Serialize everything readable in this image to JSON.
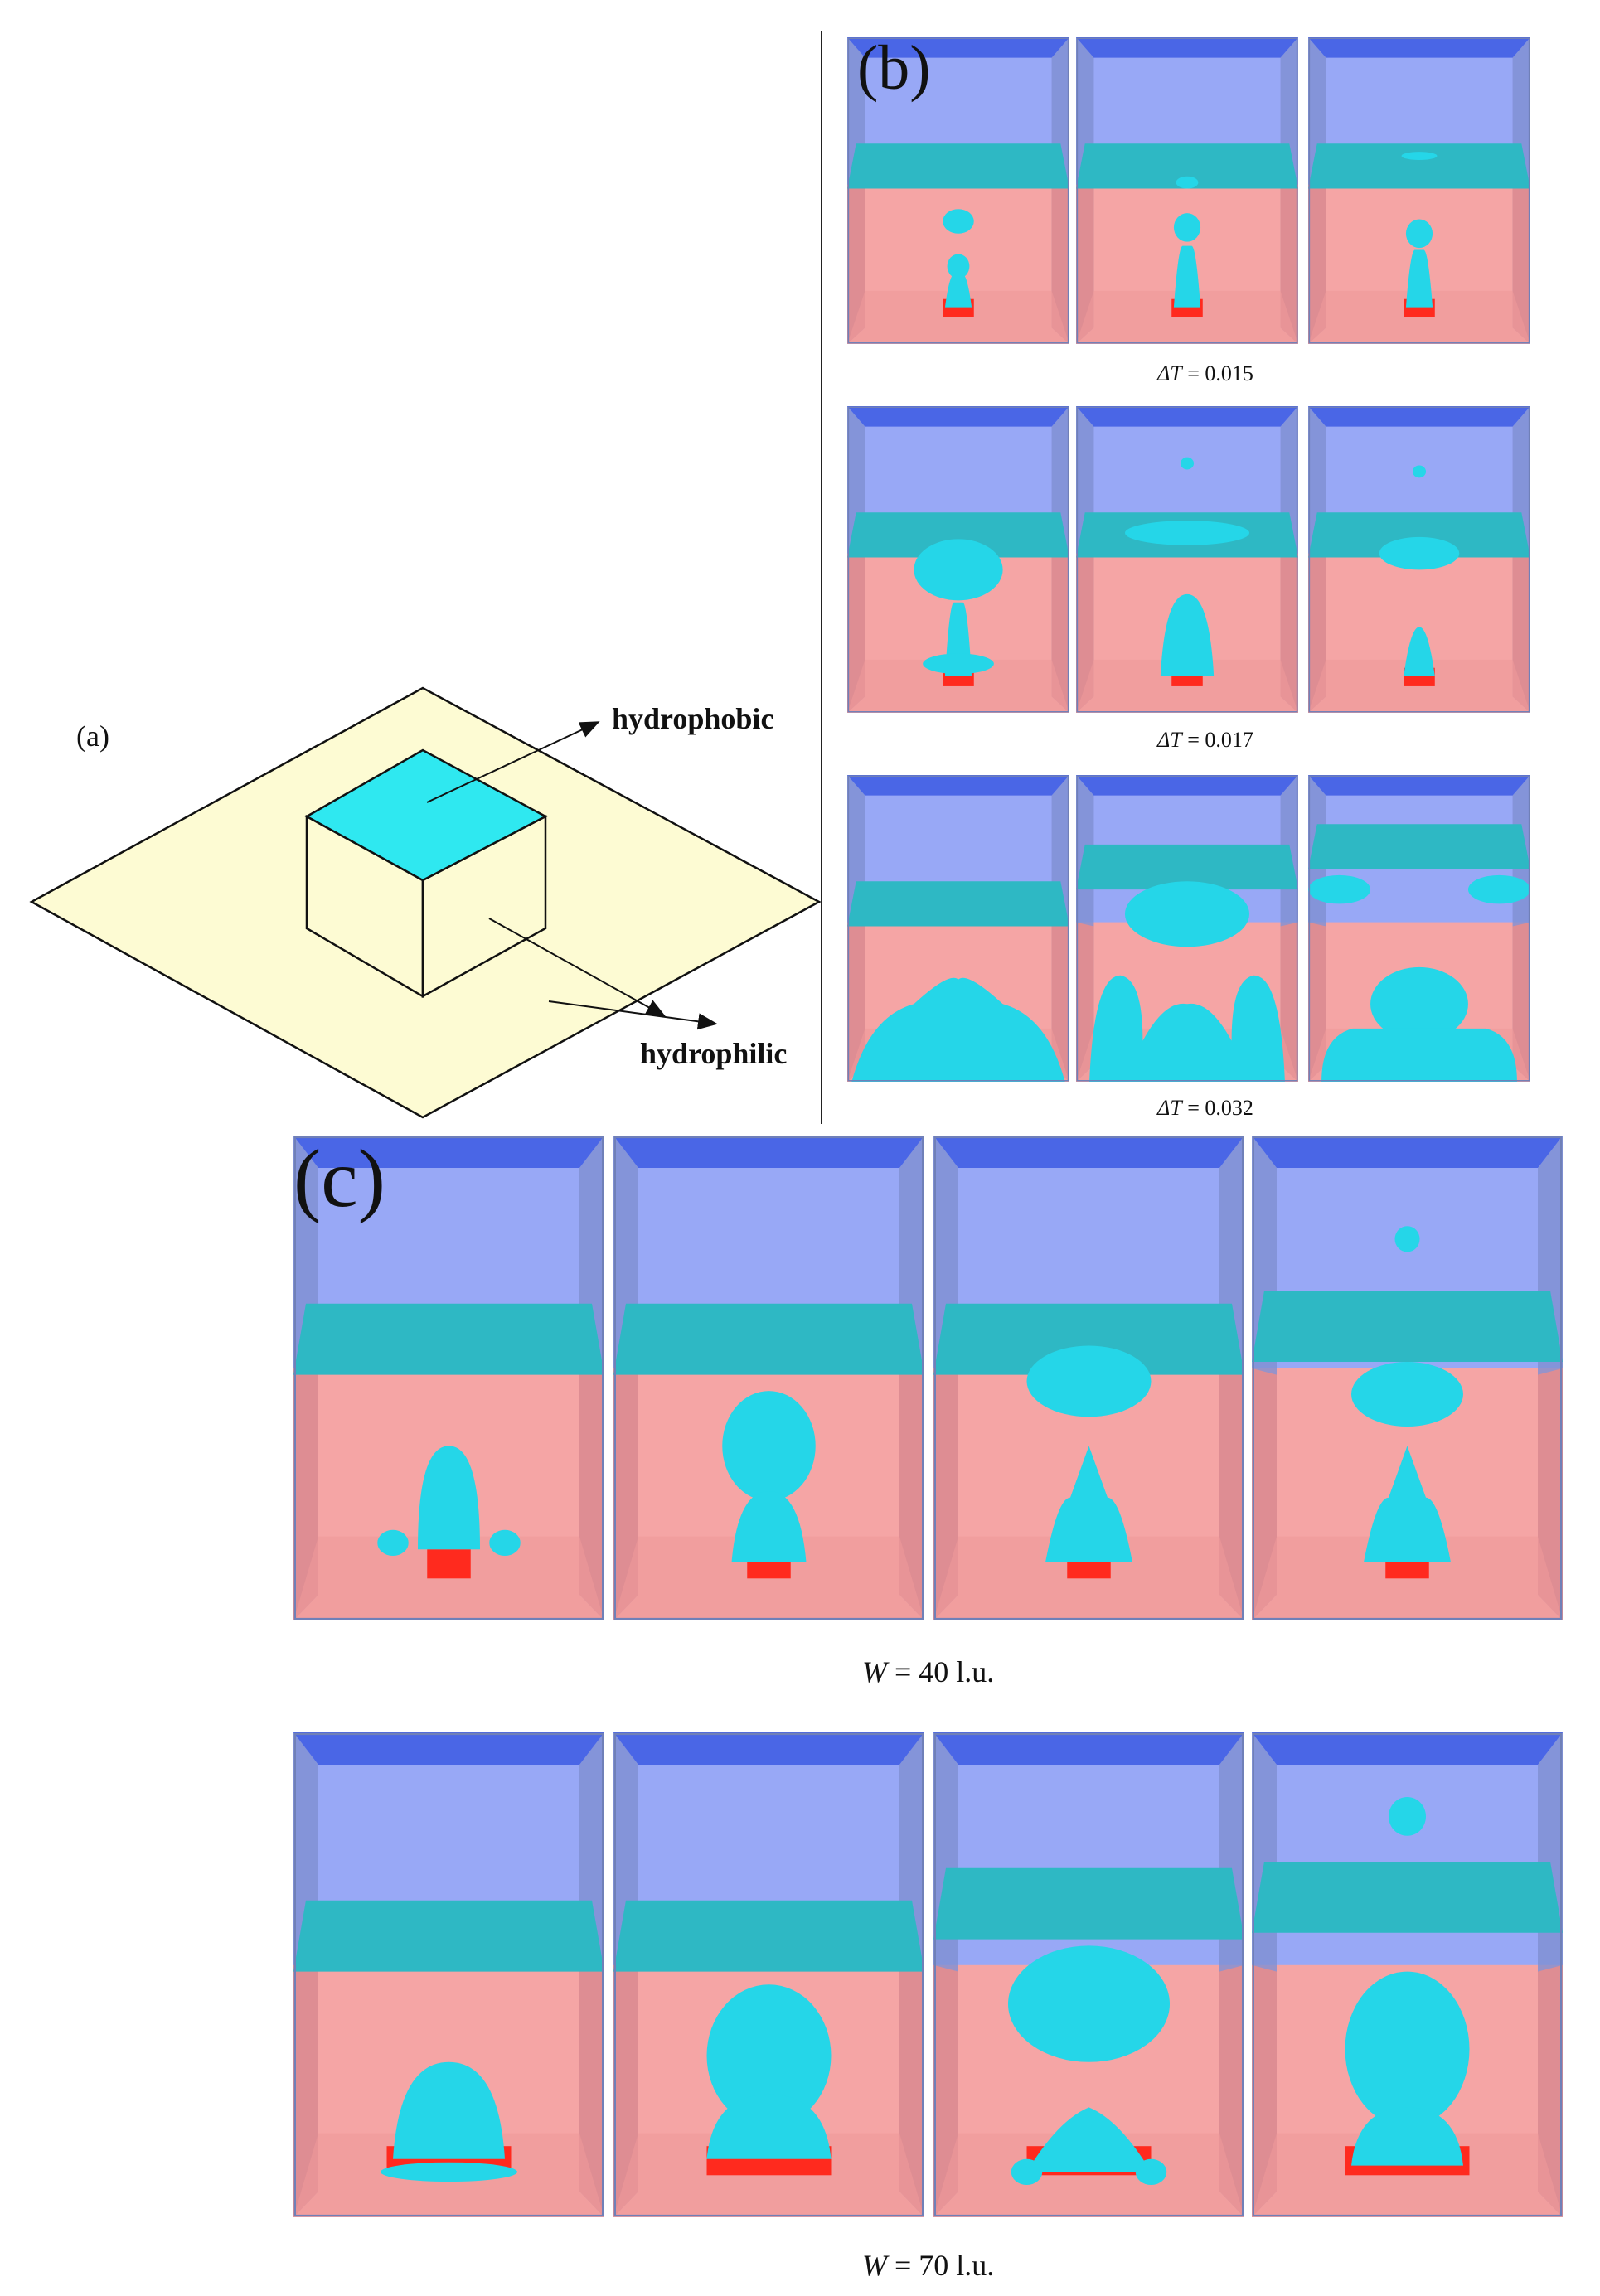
{
  "panel_a": {
    "letter": "(a)",
    "label_top": "hydrophobic",
    "label_bottom": "hydrophilic",
    "colors": {
      "plate": "#fdfbd3",
      "cube_side": "#fdfbd3",
      "cube_top": "#2fe8f0",
      "line": "#111111"
    }
  },
  "panel_b": {
    "letter": "(b)",
    "rows": [
      {
        "caption_symbol": "ΔT",
        "caption_value": "= 0.015"
      },
      {
        "caption_symbol": "ΔT",
        "caption_value": "= 0.017"
      },
      {
        "caption_symbol": "ΔT",
        "caption_value": "= 0.032"
      }
    ]
  },
  "panel_c": {
    "letter": "(c)",
    "rows": [
      {
        "caption_symbol": "W",
        "caption_value": "= 40 l.u."
      },
      {
        "caption_symbol": "W",
        "caption_value": "= 70 l.u."
      }
    ]
  },
  "colors": {
    "gas": "#98a8f6",
    "gas_top": "#4a66e6",
    "gas_side": "#7f8fd2",
    "liquid": "#f5a5a5",
    "liquid_side": "#e58d8d",
    "film": "#2eb8c4",
    "bubble": "#25d6e8",
    "heater": "#ff2a1e",
    "frame": "#7080b8"
  }
}
